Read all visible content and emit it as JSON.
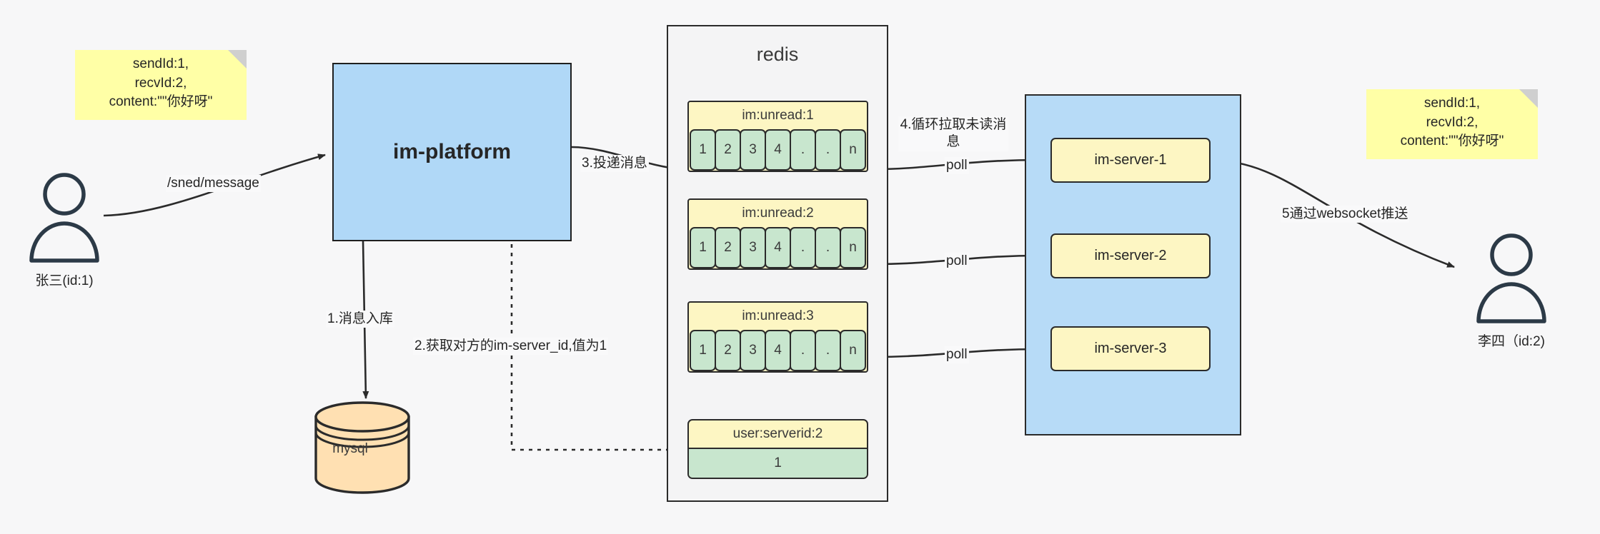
{
  "diagram": {
    "title": "IM message delivery architecture",
    "colors": {
      "background": "#f7f7f8",
      "note_yellow": "#ffffa6",
      "platform_blue": "#b0d8f7",
      "cluster_blue": "#b7dbf7",
      "key_yellow": "#fdf6c3",
      "cell_green": "#c8e6ce",
      "mysql_orange": "#ffe0b2",
      "stroke": "#2b2b2b",
      "text": "#262626"
    }
  },
  "notes": {
    "left": {
      "name": "message-payload-note-left",
      "lines": "sendId:1,\nrecvId:2,\ncontent:\"\"你好呀\""
    },
    "right": {
      "name": "message-payload-note-right",
      "lines": "sendId:1,\nrecvId:2,\ncontent:\"\"你好呀\""
    }
  },
  "actors": {
    "sender": {
      "label": "张三(id:1)",
      "icon": "user-icon"
    },
    "receiver": {
      "label": "李四（id:2)",
      "icon": "user-icon"
    }
  },
  "nodes": {
    "platform": {
      "label": "im-platform"
    },
    "mysql": {
      "label": "mysql",
      "icon": "database-cylinder-icon"
    },
    "redis": {
      "label": "redis"
    },
    "server_cluster": {
      "servers": [
        {
          "label": "im-server-1"
        },
        {
          "label": "im-server-2"
        },
        {
          "label": "im-server-3"
        }
      ]
    }
  },
  "redis_keys": {
    "unread": [
      {
        "key": "im:unread:1",
        "cells": [
          "1",
          "2",
          "3",
          "4",
          ".",
          ".",
          "n"
        ]
      },
      {
        "key": "im:unread:2",
        "cells": [
          "1",
          "2",
          "3",
          "4",
          ".",
          ".",
          "n"
        ]
      },
      {
        "key": "im:unread:3",
        "cells": [
          "1",
          "2",
          "3",
          "4",
          ".",
          ".",
          "n"
        ]
      }
    ],
    "serverid": {
      "key": "user:serverid:2",
      "value": "1"
    }
  },
  "edge_labels": {
    "send_message": "/sned/message",
    "step1": "1.消息入库",
    "step2": "2.获取对方的im-server_id,值为1",
    "step3": "3.投递消息",
    "step4": "4.循环拉取未读消息",
    "step5": "5通过websocket推送",
    "poll1": "poll",
    "poll2": "poll",
    "poll3": "poll"
  }
}
